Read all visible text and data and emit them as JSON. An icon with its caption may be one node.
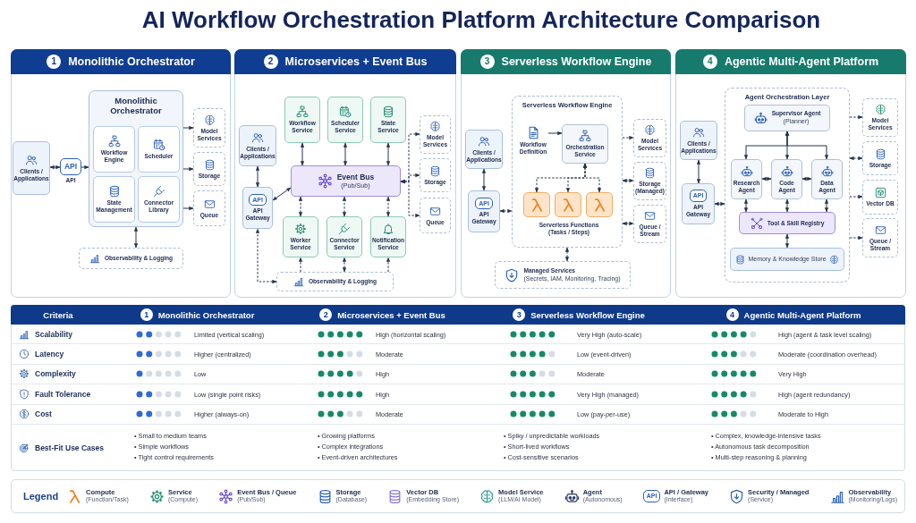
{
  "diagram": {
    "title": "AI Workflow Orchestration Platform Architecture Comparison",
    "nodes": [
      {
        "text": [
          "1",
          "Monolithic Orchestrator"
        ]
      },
      {
        "text": [
          "Clients / Applications"
        ],
        "in": 0
      },
      {
        "text": [
          "API",
          "API"
        ],
        "in": 0
      },
      {
        "text": [
          "Monolithic Orchestrator"
        ],
        "in": 0
      },
      {
        "text": [
          "Workflow Engine"
        ],
        "in": 3
      },
      {
        "text": [
          "Scheduler"
        ],
        "in": 3
      },
      {
        "text": [
          "State Management"
        ],
        "in": 3
      },
      {
        "text": [
          "Connector Library"
        ],
        "in": 3
      },
      {
        "text": [
          "Model Services"
        ],
        "in": 0
      },
      {
        "text": [
          "Storage"
        ],
        "in": 0
      },
      {
        "text": [
          "Queue"
        ],
        "in": 0
      },
      {
        "text": [
          "Observability & Logging"
        ],
        "in": 0
      },
      {
        "text": [
          "2",
          "Microservices + Event Bus"
        ]
      },
      {
        "text": [
          "Workflow Service"
        ],
        "in": 12
      },
      {
        "text": [
          "Scheduler Service"
        ],
        "in": 12
      },
      {
        "text": [
          "State Service"
        ],
        "in": 12
      },
      {
        "text": [
          "Clients / Applications"
        ],
        "in": 12
      },
      {
        "text": [
          "Event Bus",
          "(Pub/Sub)"
        ],
        "in": 12
      },
      {
        "text": [
          "Model Services"
        ],
        "in": 12
      },
      {
        "text": [
          "Storage"
        ],
        "in": 12
      },
      {
        "text": [
          "Queue"
        ],
        "in": 12
      },
      {
        "text": [
          "API",
          "API Gateway"
        ],
        "in": 12
      },
      {
        "text": [
          "Worker Service"
        ],
        "in": 12
      },
      {
        "text": [
          "Connector Service"
        ],
        "in": 12
      },
      {
        "text": [
          "Notification Service"
        ],
        "in": 12
      },
      {
        "text": [
          "Observability & Logging"
        ],
        "in": 12
      },
      {
        "text": [
          "3",
          "Serverless Workflow Engine"
        ]
      },
      {
        "text": [
          "Clients / Applications"
        ],
        "in": 26
      },
      {
        "text": [
          "API",
          "API Gateway"
        ],
        "in": 26
      },
      {
        "text": [
          "Serverless Workflow Engine",
          "Serverless Functions (Tasks / Steps)"
        ],
        "in": 26
      },
      {
        "text": [
          "Workflow Definition"
        ],
        "in": 29
      },
      {
        "text": [
          "Orchestration Service"
        ],
        "in": 29
      },
      {
        "text": [],
        "shape": "box",
        "in": 29
      },
      {
        "text": [],
        "shape": "box",
        "in": 29
      },
      {
        "text": [],
        "shape": "box",
        "in": 29
      },
      {
        "text": [
          "Model Services"
        ],
        "in": 26
      },
      {
        "text": [
          "Storage (Managed)"
        ],
        "in": 26
      },
      {
        "text": [
          "Queue / Stream"
        ],
        "in": 26
      },
      {
        "text": [
          "Managed Services",
          "(Secrets, IAM, Monitoring, Tracing)"
        ],
        "in": 26
      },
      {
        "text": [
          "4",
          "Agentic Multi-Agent Platform"
        ]
      },
      {
        "text": [
          "Clients / Applications"
        ],
        "in": 39
      },
      {
        "text": [
          "API",
          "API Gateway"
        ],
        "in": 39
      },
      {
        "text": [
          "Agent Orchestration Layer"
        ],
        "in": 39
      },
      {
        "text": [
          "Supervisor Agent",
          "(Planner)"
        ],
        "in": 42
      },
      {
        "text": [
          "Research Agent"
        ],
        "in": 42
      },
      {
        "text": [
          "Code Agent"
        ],
        "in": 42
      },
      {
        "text": [
          "Data Agent"
        ],
        "in": 42
      },
      {
        "text": [
          "Tool & Skill Registry"
        ],
        "in": 42
      },
      {
        "text": [
          "Memory & Knowledge Store"
        ],
        "in": 42
      },
      {
        "text": [
          "Model Services"
        ],
        "in": 39
      },
      {
        "text": [
          "Storage"
        ],
        "in": 39
      },
      {
        "text": [
          "Vector DB"
        ],
        "in": 39
      },
      {
        "text": [
          "Queue / Stream"
        ],
        "in": 39
      }
    ],
    "edges": [
      {
        "from": 1,
        "to": 2,
        "arrow": "both"
      },
      {
        "from": 2,
        "to": 3,
        "arrow": "to"
      },
      {
        "from": 3,
        "to": 8,
        "arrow": "to"
      },
      {
        "from": 3,
        "to": 9,
        "arrow": "to"
      },
      {
        "from": 3,
        "to": 10,
        "arrow": "to"
      },
      {
        "from": 3,
        "to": 11,
        "arrow": "both"
      },
      {
        "from": 13,
        "to": 17,
        "arrow": "both"
      },
      {
        "from": 14,
        "to": 17,
        "arrow": "both"
      },
      {
        "from": 15,
        "to": 17,
        "arrow": "both"
      },
      {
        "from": 16,
        "to": 21,
        "arrow": "both"
      },
      {
        "from": 21,
        "to": 17,
        "arrow": "both"
      },
      {
        "from": 17,
        "to": 18,
        "arrow": "both",
        "style": "dashed"
      },
      {
        "from": 17,
        "to": 19,
        "arrow": "both",
        "style": "dashed"
      },
      {
        "from": 17,
        "to": 20,
        "arrow": "both",
        "style": "dashed"
      },
      {
        "from": 22,
        "to": 17,
        "arrow": "both",
        "style": "dashed"
      },
      {
        "from": 23,
        "to": 17,
        "arrow": "both",
        "style": "dashed"
      },
      {
        "from": 24,
        "to": 17,
        "arrow": "both",
        "style": "dashed"
      },
      {
        "from": 25,
        "to": 21,
        "arrow": "both",
        "style": "dashed"
      },
      {
        "from": 25,
        "to": 22,
        "arrow": "to",
        "style": "dashed"
      },
      {
        "from": 25,
        "to": 23,
        "arrow": "both",
        "style": "dashed"
      },
      {
        "from": 25,
        "to": 24,
        "arrow": "to",
        "style": "dashed"
      },
      {
        "from": 27,
        "to": 28,
        "arrow": "both"
      },
      {
        "from": 28,
        "to": 29,
        "arrow": "both",
        "style": "dashed"
      },
      {
        "from": 30,
        "to": 31,
        "arrow": "to"
      },
      {
        "from": 31,
        "to": 32,
        "arrow": "both",
        "style": "dashed"
      },
      {
        "from": 31,
        "to": 33,
        "arrow": "both",
        "style": "dashed"
      },
      {
        "from": 31,
        "to": 34,
        "arrow": "both",
        "style": "dashed"
      },
      {
        "from": 29,
        "to": 35,
        "arrow": "to",
        "style": "dashed"
      },
      {
        "from": 29,
        "to": 36,
        "arrow": "both",
        "style": "dashed"
      },
      {
        "from": 29,
        "to": 37,
        "arrow": "both",
        "style": "dashed"
      },
      {
        "from": 29,
        "to": 38,
        "arrow": "both",
        "style": "dashed"
      },
      {
        "from": 40,
        "to": 41,
        "arrow": "both"
      },
      {
        "from": 41,
        "to": 42,
        "arrow": "both",
        "style": "dashed"
      },
      {
        "from": 43,
        "to": 44,
        "arrow": "both"
      },
      {
        "from": 43,
        "to": 45,
        "arrow": "both"
      },
      {
        "from": 43,
        "to": 46,
        "arrow": "both"
      },
      {
        "from": 44,
        "to": 45,
        "arrow": "both"
      },
      {
        "from": 45,
        "to": 46,
        "arrow": "both"
      },
      {
        "from": 44,
        "to": 47,
        "arrow": "both"
      },
      {
        "from": 45,
        "to": 47,
        "arrow": "both"
      },
      {
        "from": 46,
        "to": 47,
        "arrow": "both"
      },
      {
        "from": 47,
        "to": 48,
        "arrow": "both"
      },
      {
        "from": 42,
        "to": 49,
        "arrow": "to",
        "style": "dashed"
      },
      {
        "from": 42,
        "to": 50,
        "arrow": "both",
        "style": "dashed"
      },
      {
        "from": 42,
        "to": 51,
        "arrow": "to",
        "style": "dashed"
      },
      {
        "from": 42,
        "to": 52,
        "arrow": "to",
        "style": "dashed"
      }
    ],
    "labels": [
      "Criteria",
      "1",
      "Monolithic Orchestrator",
      "2",
      "Microservices + Event Bus",
      "3",
      "Serverless Workflow Engine",
      "4",
      "Agentic Multi-Agent Platform",
      "Scalability",
      "Limited (vertical scaling)",
      "High (horizontal scaling)",
      "Very High (auto-scale)",
      "High (agent & task level scaling)",
      "Latency",
      "Higher (centralized)",
      "Moderate",
      "Low (event-driven)",
      "Moderate (coordination overhead)",
      "Complexity",
      "Low",
      "High",
      "Moderate",
      "Very High",
      "Fault Tolerance",
      "Low (single point risks)",
      "High",
      "Very High (managed)",
      "High (agent redundancy)",
      "Cost",
      "Higher (always-on)",
      "Moderate",
      "Low (pay-per-use)",
      "Moderate to High",
      "Best-Fit Use Cases",
      "• Small to medium teams",
      "• Simple workflows",
      "• Tight control requirements",
      "• Growing platforms",
      "• Complex integrations",
      "• Event-driven architectures",
      "• Spiky / unpredictable workloads",
      "• Short-lived workflows",
      "• Cost-sensitive scenarios",
      "• Complex, knowledge-intensive tasks",
      "• Autonomous task decomposition",
      "• Multi-step reasoning & planning",
      "Legend",
      "API"
    ],
    "legend": [
      {
        "text": "**Compute** (Function/Task)"
      },
      {
        "text": "**Service** (Compute)"
      },
      {
        "text": "**Event Bus / Queue** (Pub/Sub)"
      },
      {
        "text": "**Storage** (Database)"
      },
      {
        "text": "**Vector DB** (Embedding Store)"
      },
      {
        "text": "**Model Service** (LLM/AI Model)"
      },
      {
        "text": "**Agent** (Autonomous)"
      },
      {
        "text": "**API / Gateway** (Interface)"
      },
      {
        "text": "**Security / Managed** (Service)"
      },
      {
        "text": "**Observability** (Monitoring/Logs)"
      }
    ]
  }
}
